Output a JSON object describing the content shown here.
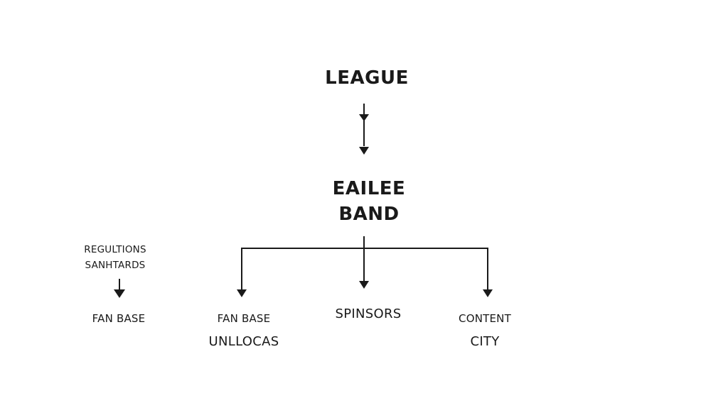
{
  "nodes": {
    "league": "LEAGUE",
    "eailee_band": {
      "line1": "EAILEE",
      "line2": "BAND"
    },
    "regultions": {
      "line1": "REGULTIONS",
      "line2": "SANHTARDS"
    },
    "fan_base_left": "FAN BASE",
    "fan_base": {
      "line1": "FAN BASE",
      "line2": "UNLLOCAS"
    },
    "spinsors": "SPINSORS",
    "content": {
      "line1": "CONTENT",
      "line2": "CITY"
    }
  },
  "colors": {
    "line": "#1a1a1a",
    "text": "#1a1a1a",
    "background": "#ffffff"
  }
}
